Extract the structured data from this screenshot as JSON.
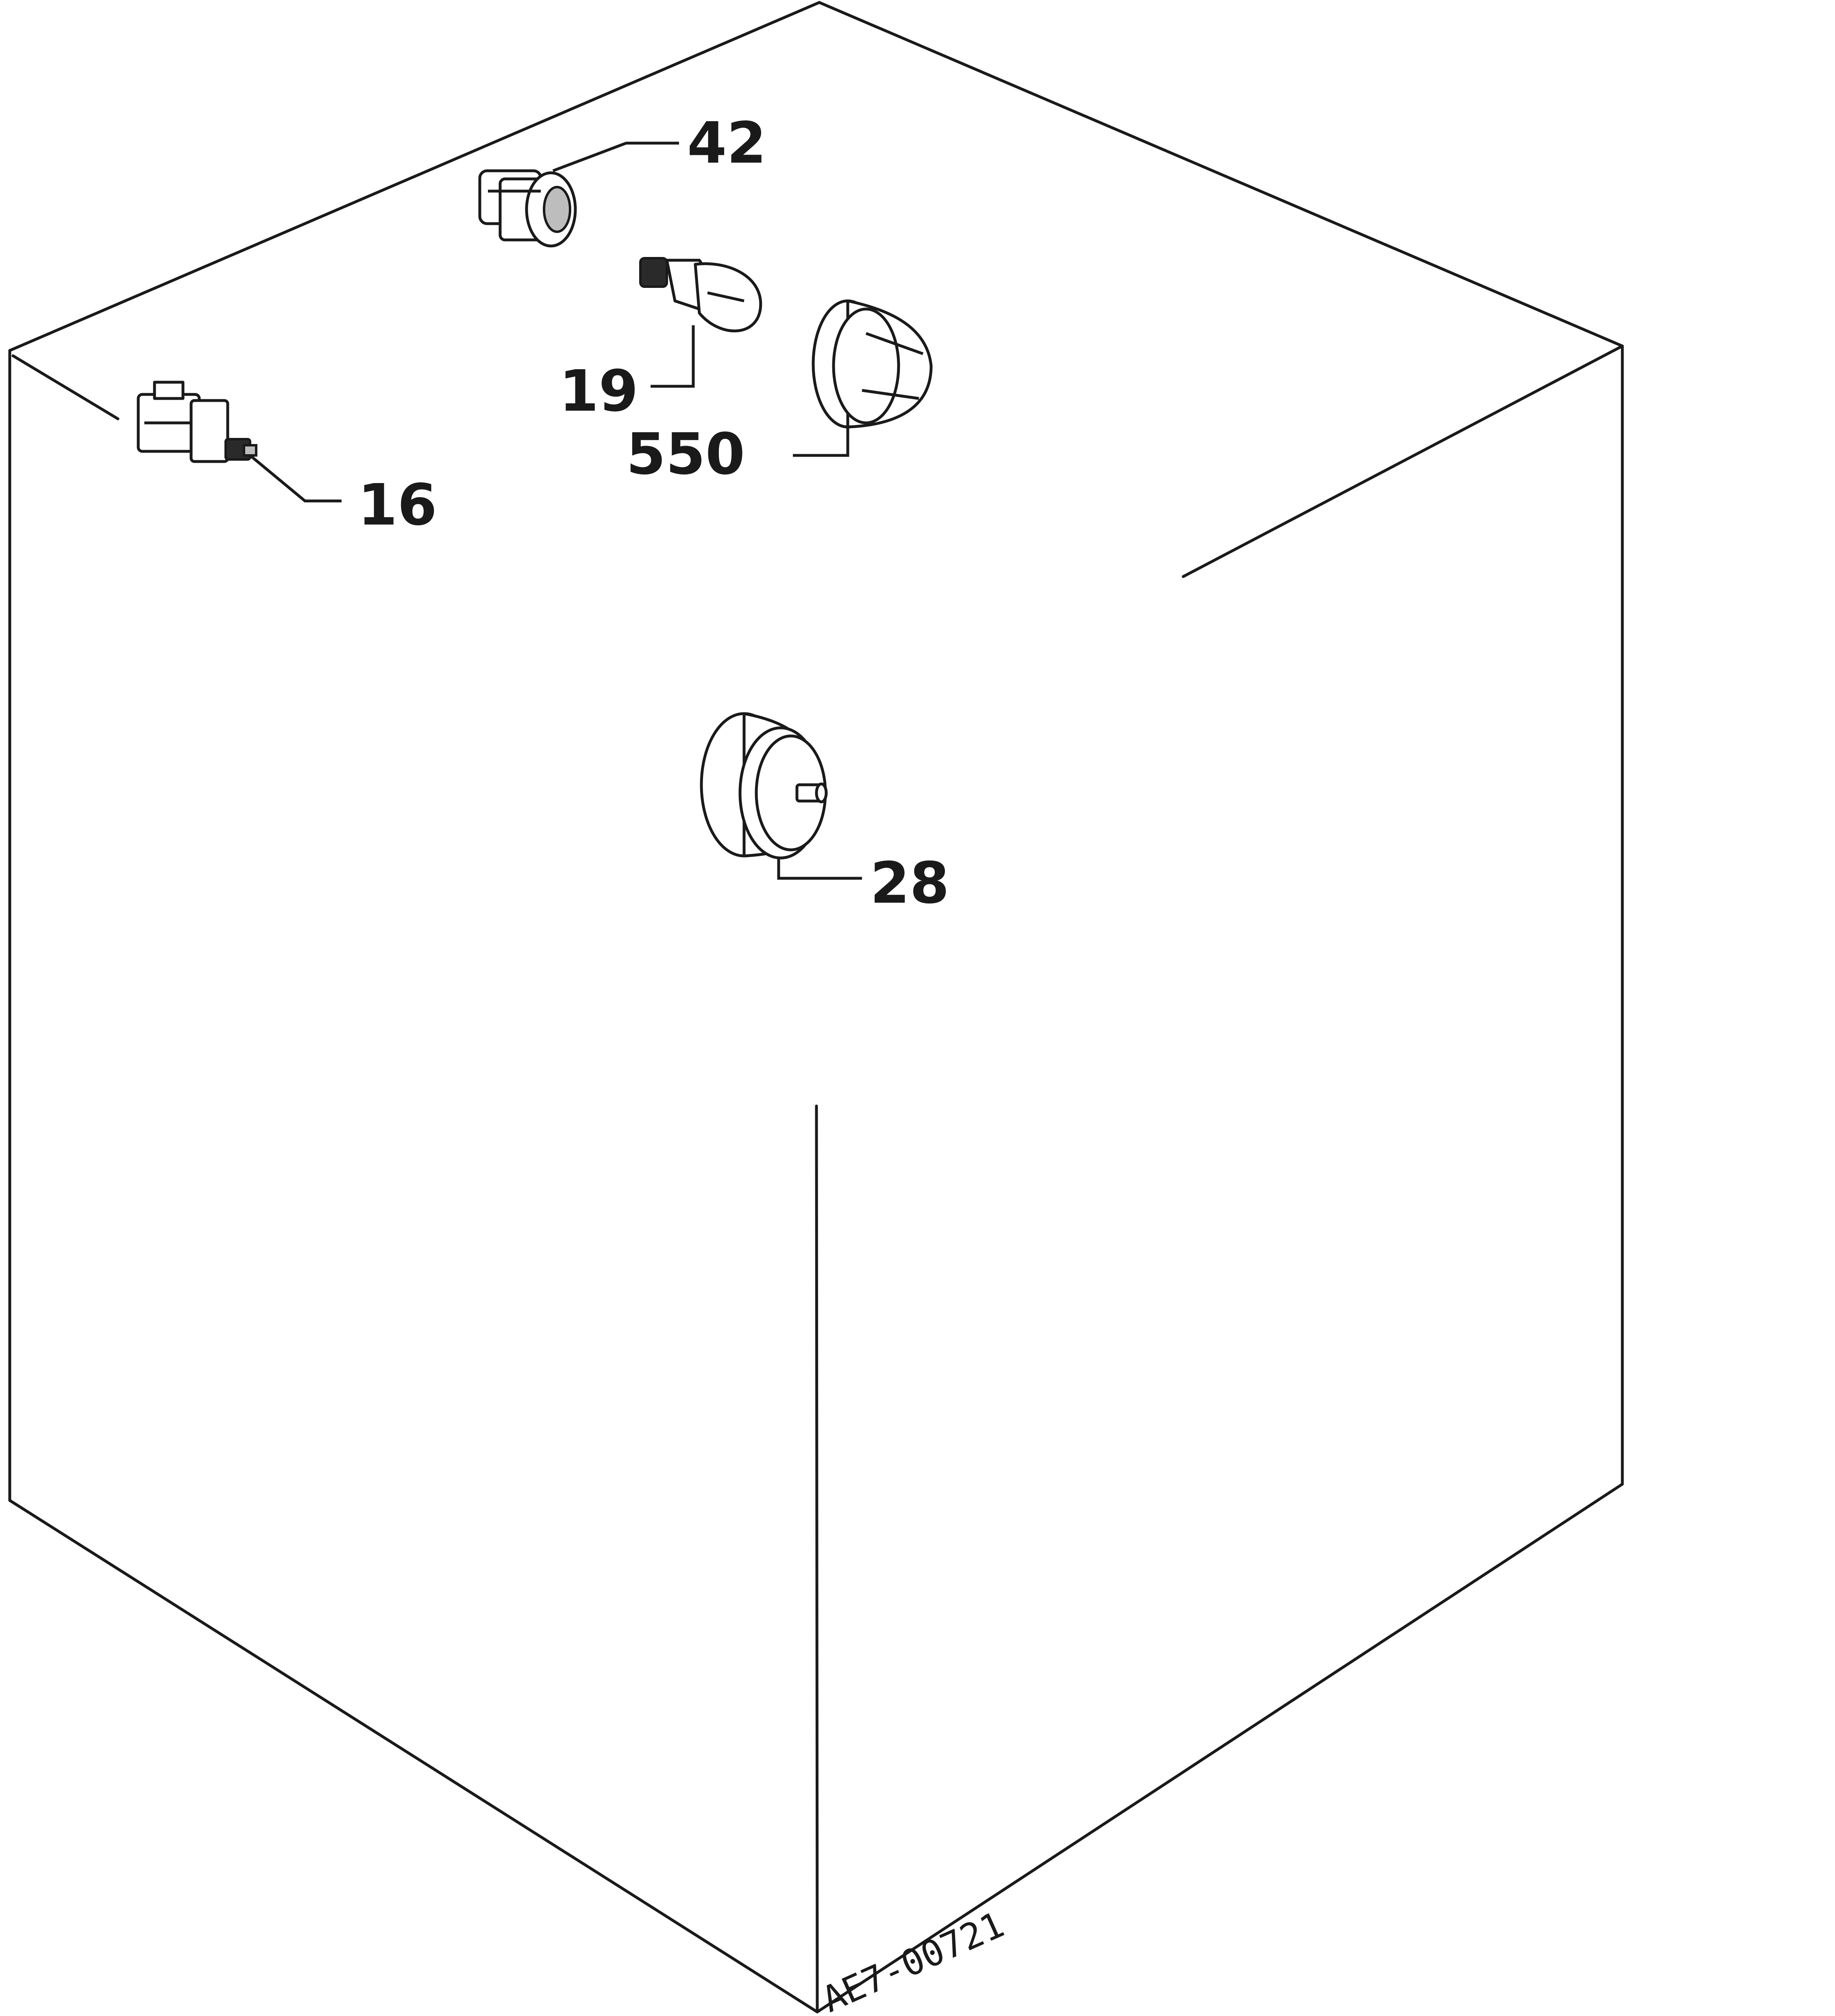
{
  "callouts": {
    "part_42": "42",
    "part_19": "19",
    "part_550": "550",
    "part_16": "16",
    "part_28": "28"
  },
  "drawing_code": "AE7-00721"
}
